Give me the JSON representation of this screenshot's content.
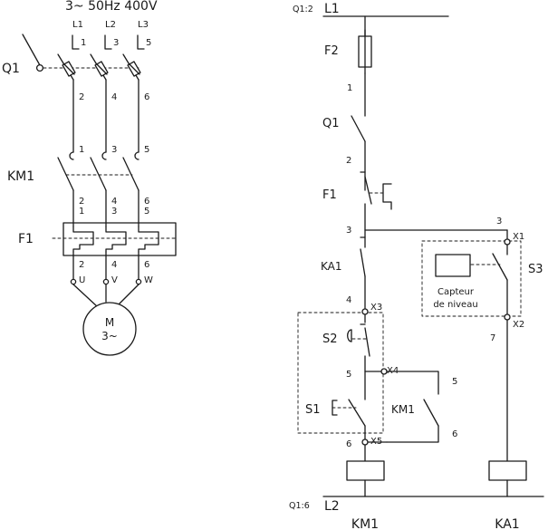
{
  "power": {
    "supply": "3~ 50Hz 400V",
    "phases": [
      "L1",
      "L2",
      "L3"
    ],
    "q1": {
      "label": "Q1",
      "top": [
        "1",
        "3",
        "5"
      ],
      "bottom": [
        "2",
        "4",
        "6"
      ]
    },
    "km1": {
      "label": "KM1",
      "top": [
        "1",
        "3",
        "5"
      ],
      "bottom_a": [
        "2",
        "4",
        "6"
      ],
      "bottom_b": [
        "1",
        "3",
        "5"
      ]
    },
    "f1": {
      "label": "F1",
      "bottom": [
        "2",
        "4",
        "6"
      ]
    },
    "motor_terminals": [
      "U",
      "V",
      "W"
    ],
    "motor": {
      "line1": "M",
      "line2": "3~"
    }
  },
  "control": {
    "rail_top": {
      "ref": "Q1:2",
      "label": "L1"
    },
    "rail_bottom": {
      "ref": "Q1:6",
      "label": "L2"
    },
    "f2": {
      "label": "F2",
      "term": "1"
    },
    "q1": {
      "label": "Q1",
      "term": "2"
    },
    "f1": {
      "label": "F1",
      "term": "3"
    },
    "ka1": {
      "label": "KA1",
      "term": "4"
    },
    "x3": "X3",
    "s2": "S2",
    "node5": "5",
    "x4": "X4",
    "km1_contact": {
      "label": "KM1",
      "n5": "5",
      "n6": "6"
    },
    "s1": "S1",
    "node6": "6",
    "x5": "X5",
    "node3": "3",
    "x1": "X1",
    "x2": "X2",
    "s3": "S3",
    "sensor": {
      "line1": "Capteur",
      "line2": "de niveau"
    },
    "node7": "7",
    "coil_labels": [
      "KM1",
      "KA1"
    ]
  }
}
